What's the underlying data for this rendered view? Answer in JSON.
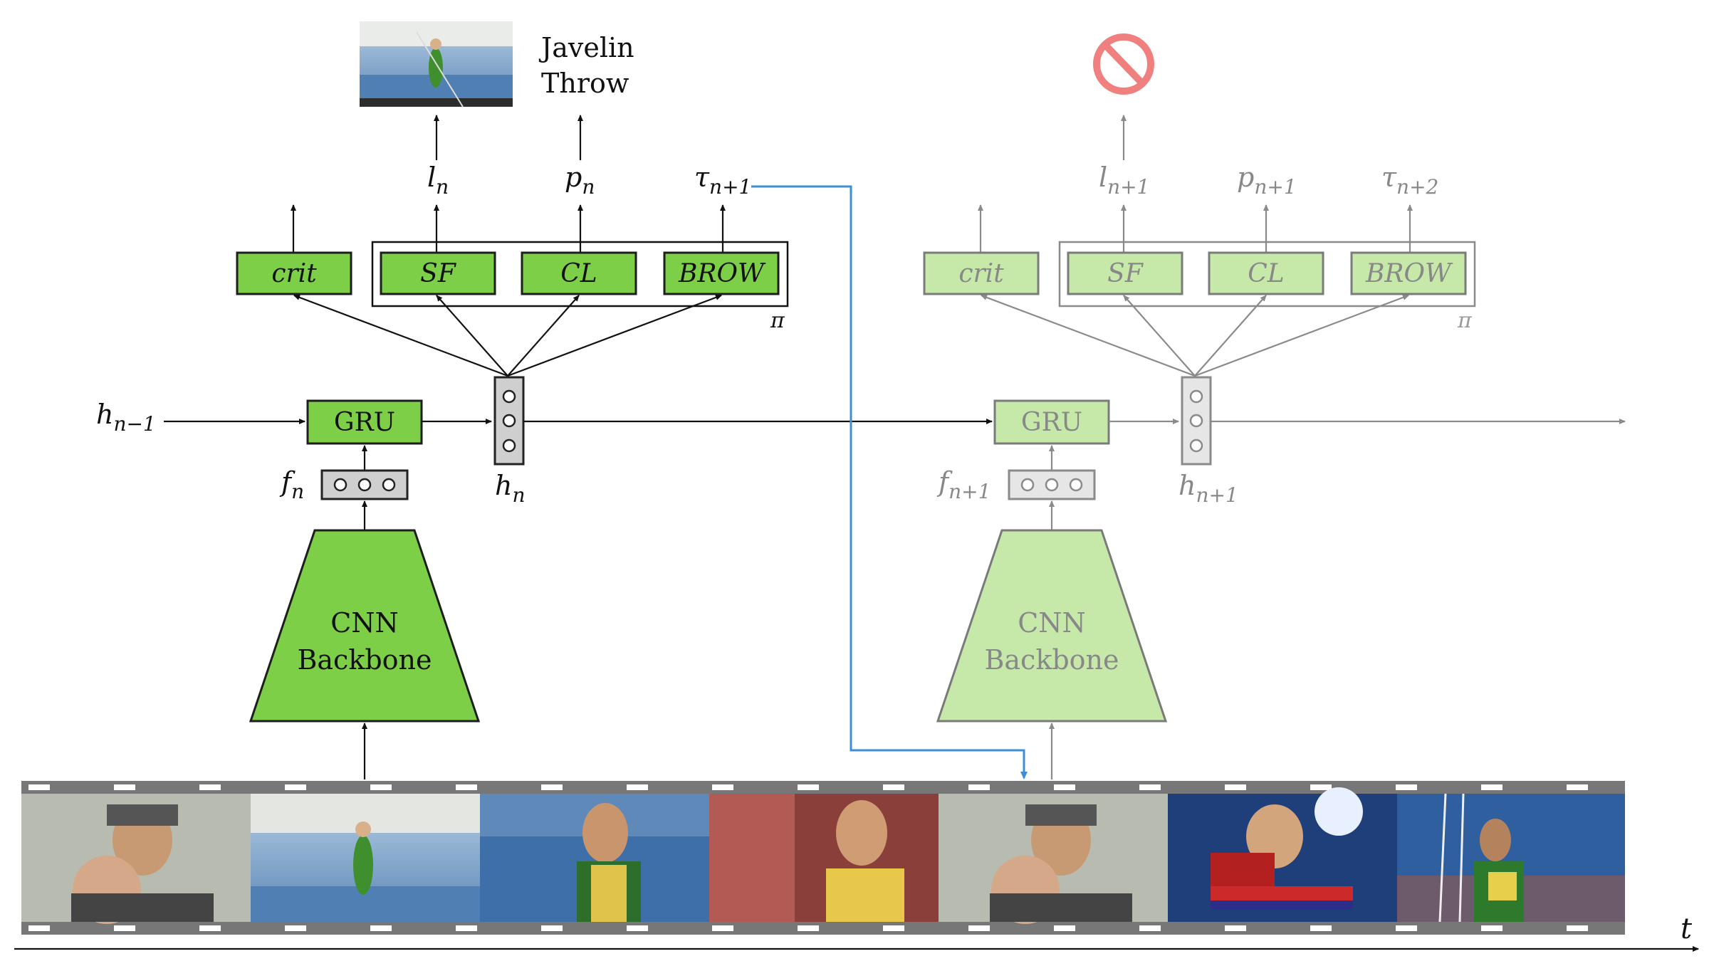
{
  "top_label": {
    "line1": "Javelin",
    "line2": "Throw"
  },
  "step_n": {
    "heads": [
      "crit",
      "SF",
      "CL",
      "BROW"
    ],
    "policy_symbol": "π",
    "outputs": {
      "l": "l",
      "l_sub": "n",
      "p": "p",
      "p_sub": "n",
      "tau": "τ",
      "tau_sub": "n+1"
    },
    "gru": "GRU",
    "h_prev": "h",
    "h_prev_sub": "n−1",
    "h": "h",
    "h_sub": "n",
    "f": "f",
    "f_sub": "n",
    "cnn_line1": "CNN",
    "cnn_line2": "Backbone"
  },
  "step_n1": {
    "heads": [
      "crit",
      "SF",
      "CL",
      "BROW"
    ],
    "policy_symbol": "π",
    "outputs": {
      "l": "l",
      "l_sub": "n+1",
      "p": "p",
      "p_sub": "n+1",
      "tau": "τ",
      "tau_sub": "n+2"
    },
    "gru": "GRU",
    "h": "h",
    "h_sub": "n+1",
    "f": "f",
    "f_sub": "n+1",
    "cnn_line1": "CNN",
    "cnn_line2": "Backbone",
    "stop_icon": "prohibited-icon"
  },
  "time_axis": "t",
  "colors": {
    "green": "#7dcf48",
    "light_green": "#c6e9aa",
    "jump_arrow": "#3e8ed6",
    "stop": "#f08080"
  }
}
